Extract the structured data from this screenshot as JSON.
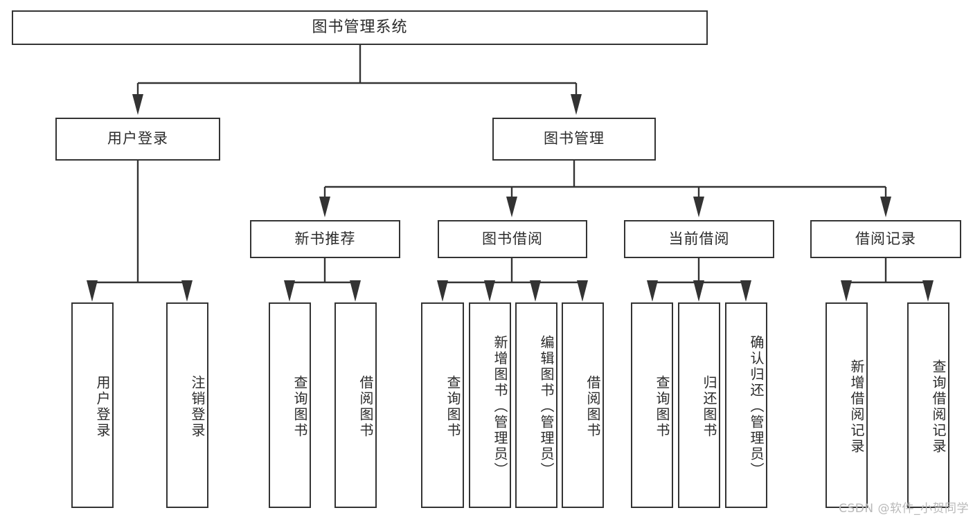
{
  "diagram": {
    "title": "图书管理系统",
    "type": "tree",
    "watermark": "CSDN @软件_小贺同学",
    "colors": {
      "box_border": "#333333",
      "box_fill": "#ffffff",
      "text": "#2b2b2b",
      "link": "#333333",
      "watermark": "#b9b9b9",
      "background": "#ffffff"
    },
    "root": {
      "label": "图书管理系统"
    },
    "level2": [
      {
        "label": "用户登录"
      },
      {
        "label": "图书管理"
      }
    ],
    "level3": [
      {
        "label": "新书推荐"
      },
      {
        "label": "图书借阅"
      },
      {
        "label": "当前借阅"
      },
      {
        "label": "借阅记录"
      }
    ],
    "leaves": {
      "user_login": [
        {
          "label": "用户登录"
        },
        {
          "label": "注销登录"
        }
      ],
      "new_book_recommend": [
        {
          "label": "查询图书"
        },
        {
          "label": "借阅图书"
        }
      ],
      "book_borrow": [
        {
          "label": "查询图书"
        },
        {
          "label": "新增图书（管理员）"
        },
        {
          "label": "编辑图书（管理员）"
        },
        {
          "label": "借阅图书"
        }
      ],
      "current_borrow": [
        {
          "label": "查询图书"
        },
        {
          "label": "归还图书"
        },
        {
          "label": "确认归还（管理员）"
        }
      ],
      "borrow_record": [
        {
          "label": "新增借阅记录"
        },
        {
          "label": "查询借阅记录"
        }
      ]
    }
  }
}
